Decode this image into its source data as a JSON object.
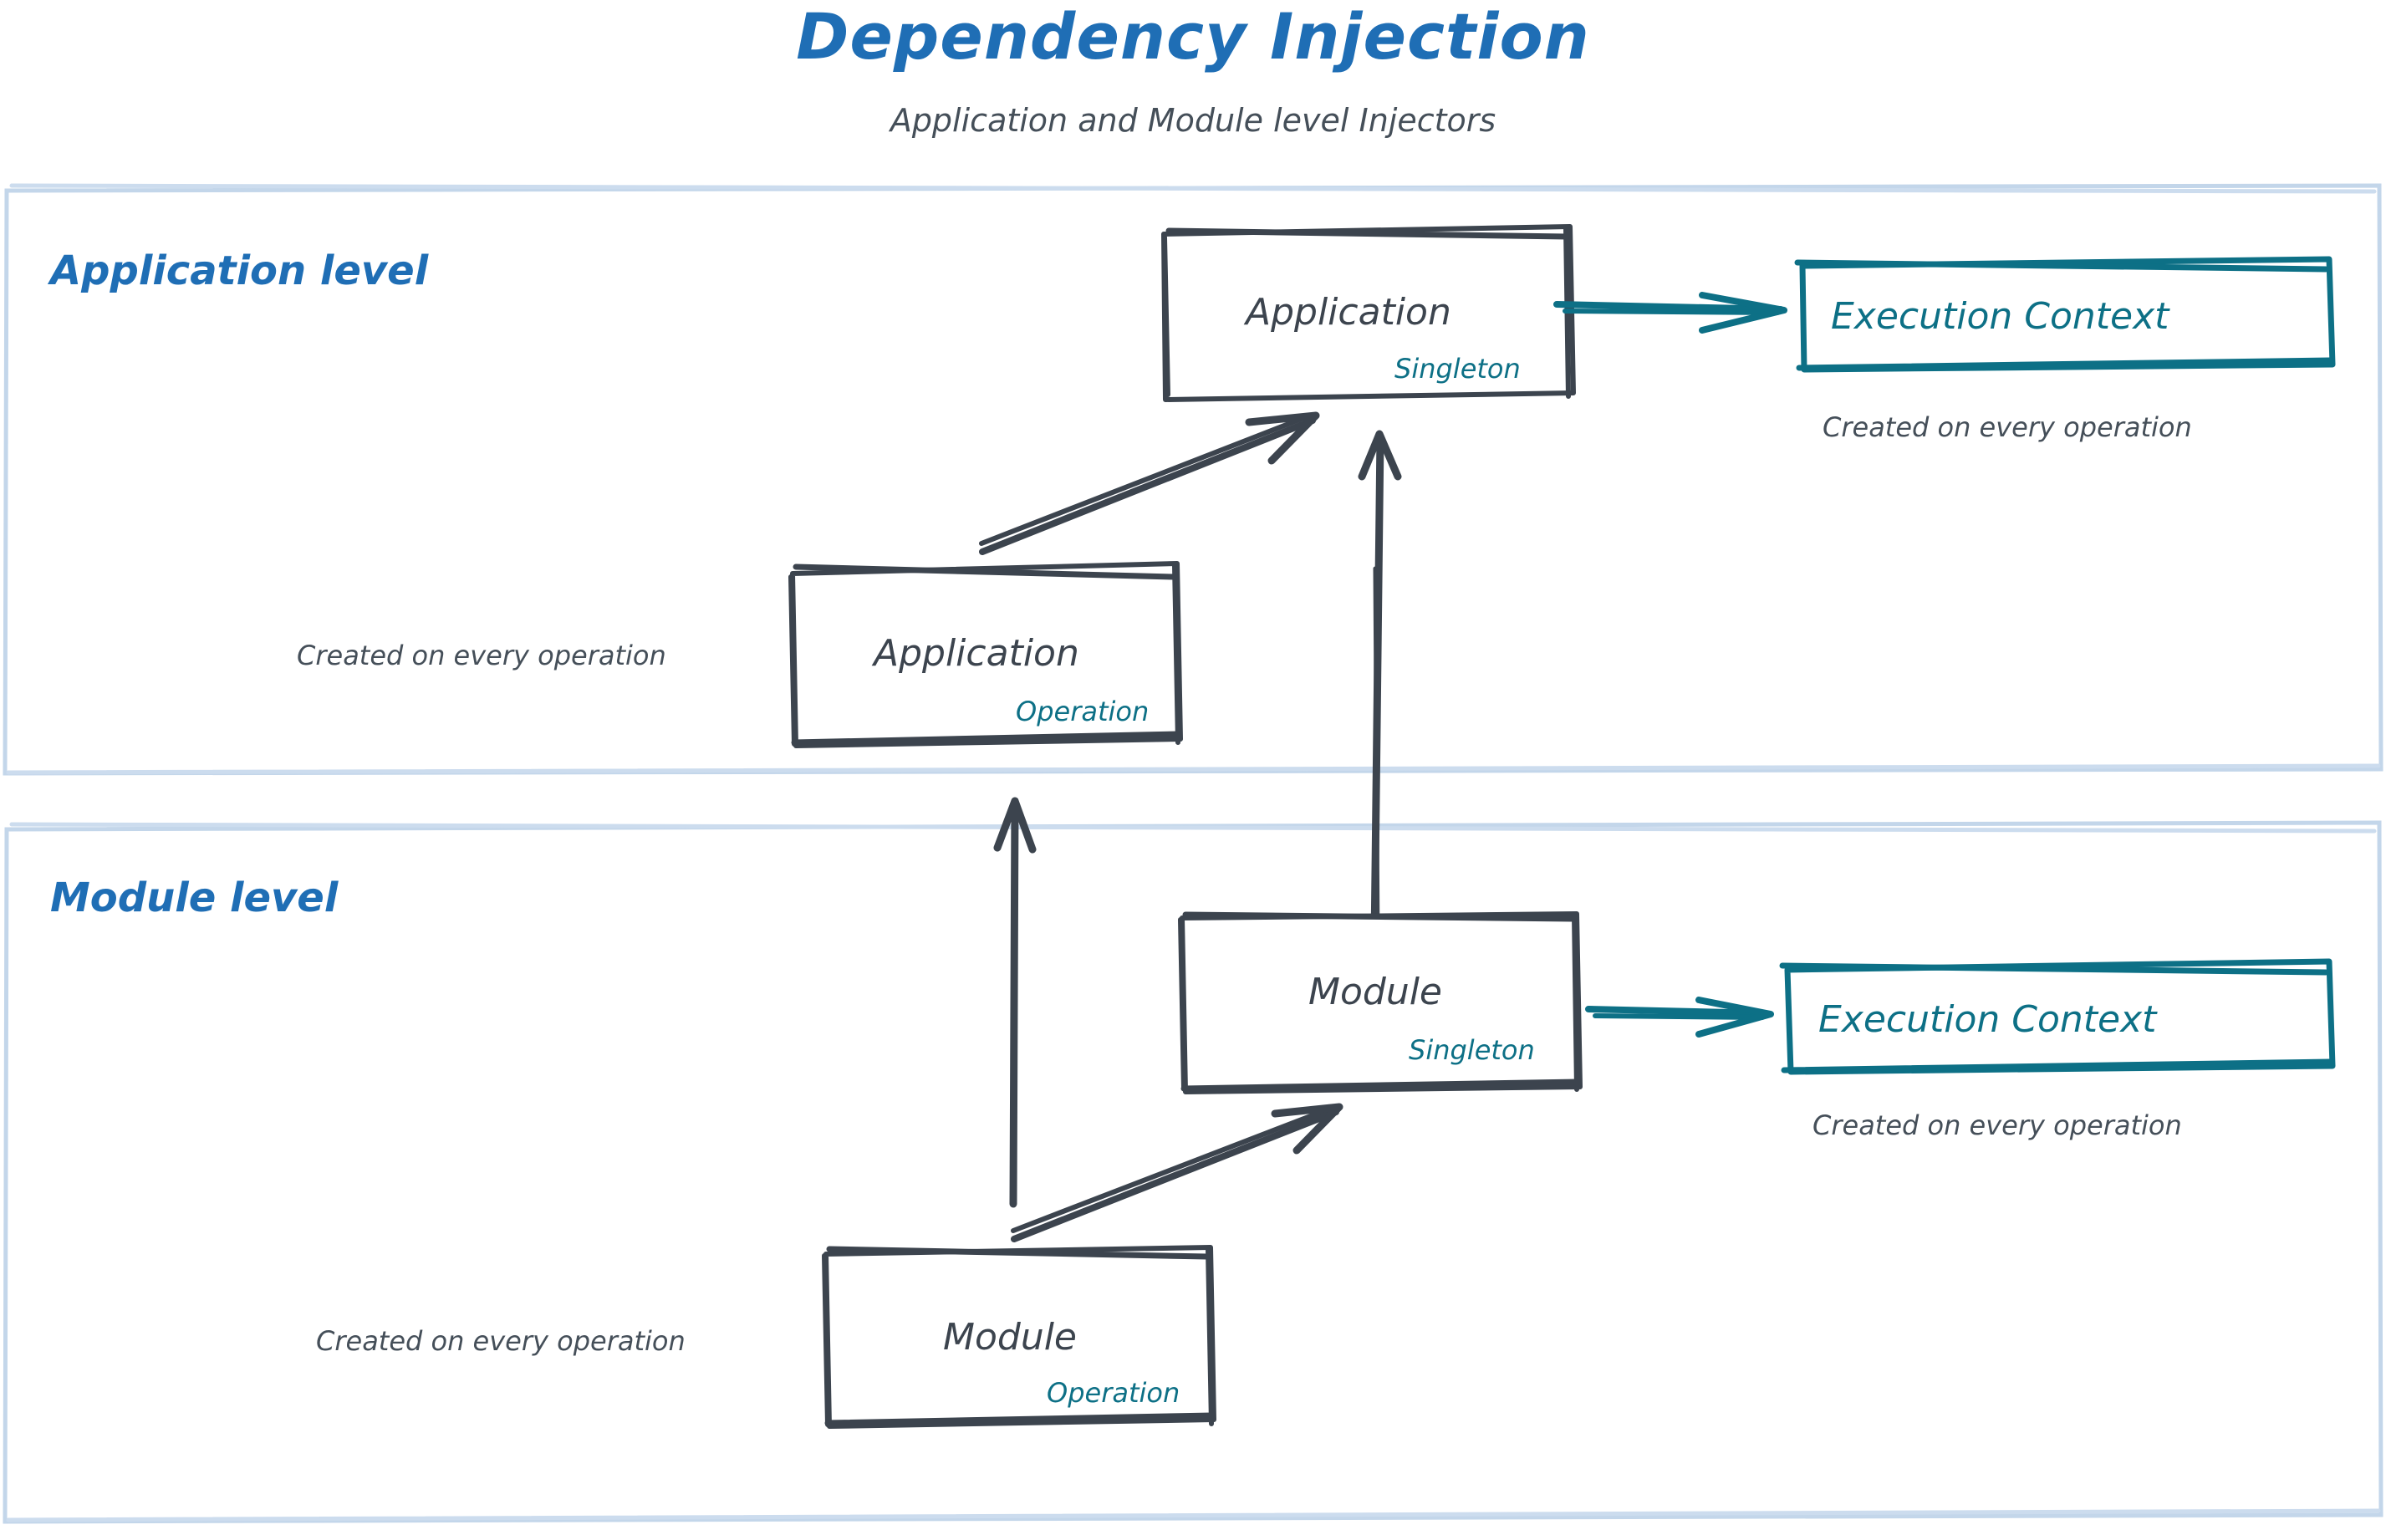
{
  "header": {
    "title": "Dependency Injection",
    "subtitle": "Application and Module level Injectors"
  },
  "colors": {
    "title_blue": "#1f6eb5",
    "panel_border_blue": "#c3d6ea",
    "box_stroke_gray": "#3c444e",
    "teal": "#0d7086",
    "caption_gray": "#454f59"
  },
  "panels": [
    {
      "id": "application-level",
      "label": "Application level",
      "nodes": {
        "singleton_box": {
          "title": "Application",
          "scope": "Singleton"
        },
        "operation_box": {
          "title": "Application",
          "scope": "Operation"
        },
        "execution_context": {
          "title": "Execution Context"
        }
      },
      "captions": {
        "operation_box": "Created on every operation",
        "execution_context": "Created on every operation"
      }
    },
    {
      "id": "module-level",
      "label": "Module level",
      "nodes": {
        "singleton_box": {
          "title": "Module",
          "scope": "Singleton"
        },
        "operation_box": {
          "title": "Module",
          "scope": "Operation"
        },
        "execution_context": {
          "title": "Execution Context"
        }
      },
      "captions": {
        "operation_box": "Created on every operation",
        "execution_context": "Created on every operation"
      }
    }
  ]
}
